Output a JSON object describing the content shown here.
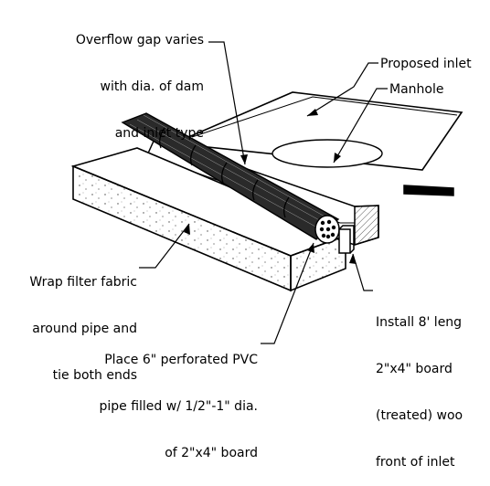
{
  "labels": {
    "overflow_gap": [
      "Overflow gap varies",
      "with dia. of dam",
      "and inlet type"
    ],
    "proposed_inlet": "Proposed inlet",
    "manhole": "Manhole",
    "wrap_filter": [
      "Wrap filter fabric",
      "around pipe and",
      "tie both ends"
    ],
    "install_board": [
      "Install 8' leng",
      "2\"x4\" board",
      "(treated) woo",
      "front of inlet"
    ],
    "place_pipe": [
      "Place 6\" perforated PVC",
      "pipe filled w/ 1/2\"-1\" dia.",
      "of 2\"x4\" board"
    ]
  },
  "colors": {
    "ink": "#000000",
    "gravel": "#2a2a2a",
    "hatch": "#555555",
    "background": "#ffffff"
  }
}
